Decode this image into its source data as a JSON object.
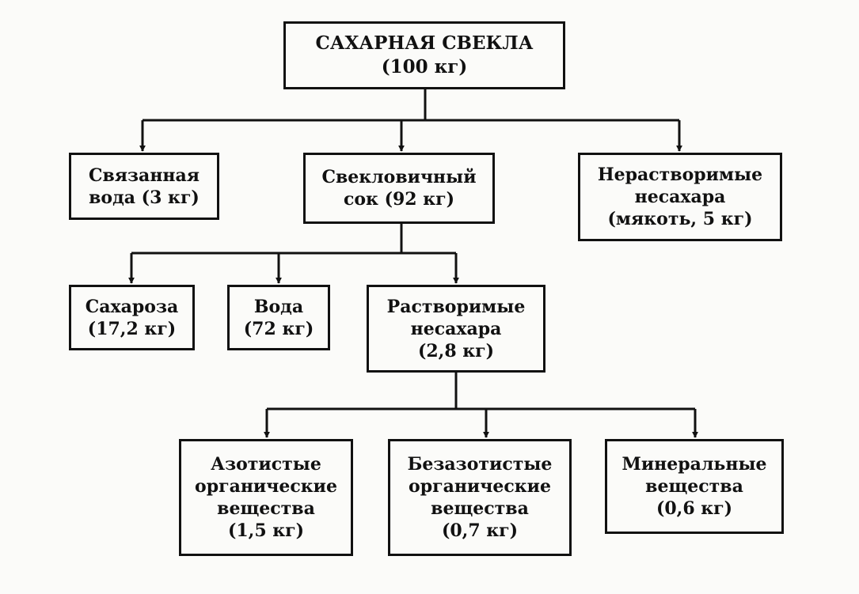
{
  "nodes": {
    "beet": {
      "lines": [
        "САХАРНАЯ СВЕКЛА",
        "(100 кг)"
      ]
    },
    "bound_water": {
      "lines": [
        "Связанная",
        "вода (3 кг)"
      ]
    },
    "beet_juice": {
      "lines": [
        "Свекловичный",
        "сок (92 кг)"
      ]
    },
    "insoluble_nonsugars": {
      "lines": [
        "Нерастворимые",
        "несахара",
        "(мякоть, 5 кг)"
      ]
    },
    "sucrose": {
      "lines": [
        "Сахароза",
        "(17,2 кг)"
      ]
    },
    "water": {
      "lines": [
        "Вода",
        "(72 кг)"
      ]
    },
    "soluble_nonsugars": {
      "lines": [
        "Растворимые",
        "несахара",
        "(2,8 кг)"
      ]
    },
    "nitrogenous_organic": {
      "lines": [
        "Азотистые",
        "органические",
        "вещества",
        "(1,5 кг)"
      ]
    },
    "nitrogen_free_organic": {
      "lines": [
        "Безазотистые",
        "органические",
        "вещества",
        "(0,7 кг)"
      ]
    },
    "mineral": {
      "lines": [
        "Минеральные",
        "вещества",
        "(0,6 кг)"
      ]
    }
  }
}
